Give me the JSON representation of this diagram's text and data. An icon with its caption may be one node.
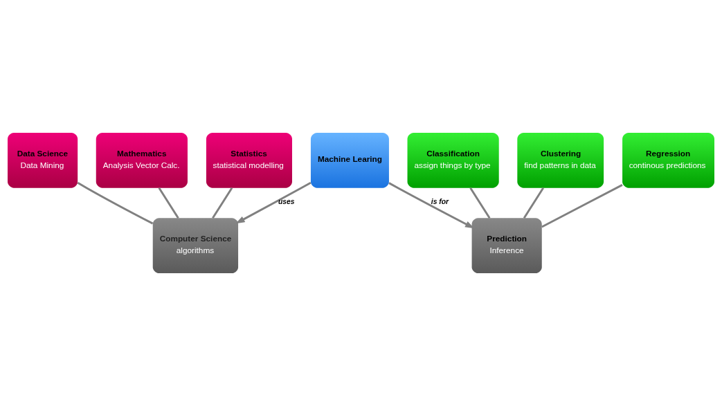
{
  "diagram": {
    "nodes": [
      {
        "text": [
          "Machine Learing"
        ]
      },
      {
        "text": [
          "Computer Science",
          "algorithms"
        ]
      },
      {
        "text": [
          "Prediction",
          "Inference"
        ]
      },
      {
        "text": [
          "Mathematics",
          "Analysis Vector Calc."
        ]
      },
      {
        "text": [
          "Statistics",
          "statistical modelling"
        ]
      },
      {
        "text": [
          "Data Science",
          "Data Mining"
        ]
      },
      {
        "text": [
          "Classification",
          "assign things by type"
        ]
      },
      {
        "text": [
          "Clustering",
          "find patterns in data"
        ]
      },
      {
        "text": [
          "Regression",
          "continous predictions"
        ]
      }
    ],
    "edges": [
      {
        "from": 0,
        "to": 1,
        "arrow": "to",
        "label": "uses"
      },
      {
        "from": 0,
        "to": 2,
        "arrow": "to",
        "label": "is for"
      },
      {
        "from": 3,
        "to": 1,
        "arrow": "none"
      },
      {
        "from": 4,
        "to": 1,
        "arrow": "none"
      },
      {
        "from": 5,
        "to": 1,
        "arrow": "none"
      },
      {
        "from": 6,
        "to": 2,
        "arrow": "none"
      },
      {
        "from": 7,
        "to": 2,
        "arrow": "none"
      },
      {
        "from": 8,
        "to": 2,
        "arrow": "none"
      }
    ]
  }
}
